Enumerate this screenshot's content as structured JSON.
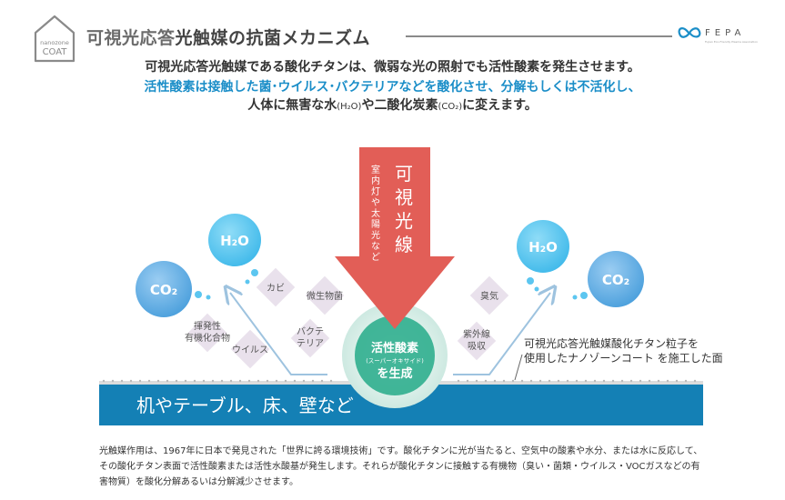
{
  "header": {
    "logo_line1": "nanozone",
    "logo_line2": "COAT",
    "title_part1": "可視光応答",
    "title_part2": "光触媒の抗菌メカニズム",
    "fepa_logo_text": "FEPA",
    "fepa_sub_text": "Fujian Eco-Friendly Plasma Association"
  },
  "intro": {
    "line1": "可視光応答光触媒である酸化チタンは、微弱な光の照射でも活性酸素を発生させます。",
    "line2": "活性酸素は接触した菌･ウイルス･バクテリアなどを酸化させ、分解もしくは不活化し、",
    "line3_a": "人体に無害な水",
    "line3_b": "(H₂O)",
    "line3_c": "や二酸化炭素",
    "line3_d": "(CO₂)",
    "line3_e": "に変えます。"
  },
  "diagram": {
    "light_big": [
      "可",
      "視",
      "光",
      "線"
    ],
    "light_small": [
      "室",
      "内",
      "灯",
      "や",
      "太",
      "陽",
      "光",
      "な",
      "ど"
    ],
    "center_main": "活性酸素",
    "center_sub": "(スーパーオキサイド)",
    "center_action": "を生成",
    "left_tags": [
      {
        "lines": [
          "カビ"
        ]
      },
      {
        "lines": [
          "微生物菌"
        ]
      },
      {
        "lines": [
          "揮発性",
          "有機化合物"
        ]
      },
      {
        "lines": [
          "バクテ",
          "テリア"
        ]
      },
      {
        "lines": [
          "ウイルス"
        ]
      }
    ],
    "right_tags": [
      {
        "lines": [
          "臭気"
        ]
      },
      {
        "lines": [
          "紫外線",
          "吸収"
        ]
      }
    ],
    "bubbles": {
      "h2o": "H₂O",
      "co2": "CO₂"
    },
    "coat_label_line1": "可視光応答光触媒酸化チタン粒子を",
    "coat_label_line2": "使用したナノゾーンコート を施工した面",
    "surface_label": "机やテーブル、床、壁など"
  },
  "footer": {
    "text": "光触媒作用は、1967年に日本で発見された「世界に誇る環境技術」です。酸化チタンに光が当たると、空気中の酸素や水分、または水に反応して、その酸化チタン表面で活性酸素または活性水酸基が発生します。それらが酸化チタンに接触する有機物（臭い・菌類・ウイルス・VOCガスなどの有害物質）を酸化分解あるいは分解減少させます。"
  },
  "colors": {
    "brand_blue": "#1b8ec8",
    "surface_blue": "#1480b5",
    "light_red": "#e25e57",
    "bubble_light": "#5cc6f0",
    "bubble_dark": "#4aa8e3",
    "tag_fill": "#e9e1ec"
  }
}
